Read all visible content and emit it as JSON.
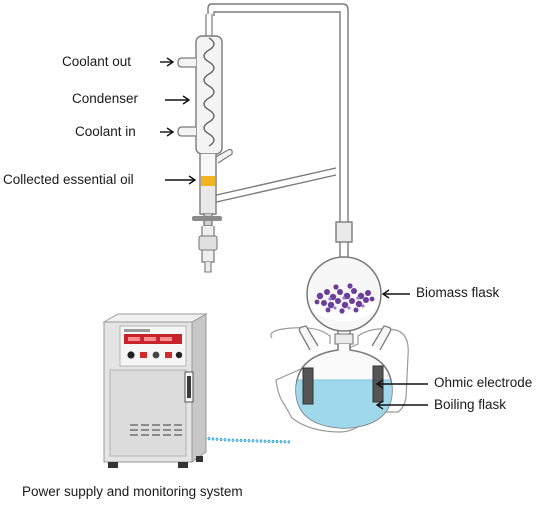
{
  "labels": {
    "coolant_out": "Coolant out",
    "condenser": "Condenser",
    "coolant_in": "Coolant in",
    "collected_oil": "Collected essential oil",
    "biomass_flask": "Biomass flask",
    "ohmic_electrode": "Ohmic electrode",
    "boiling_flask": "Boiling flask",
    "power_supply": "Power supply and monitoring system"
  },
  "colors": {
    "glass": "#7a7a7a",
    "oil": "#f2b51f",
    "biomass": "#6a3d9a",
    "water": "#9fd8ea",
    "cable": "#2d9fd6",
    "cabinet": "#dedede",
    "display": "#c8232c"
  }
}
